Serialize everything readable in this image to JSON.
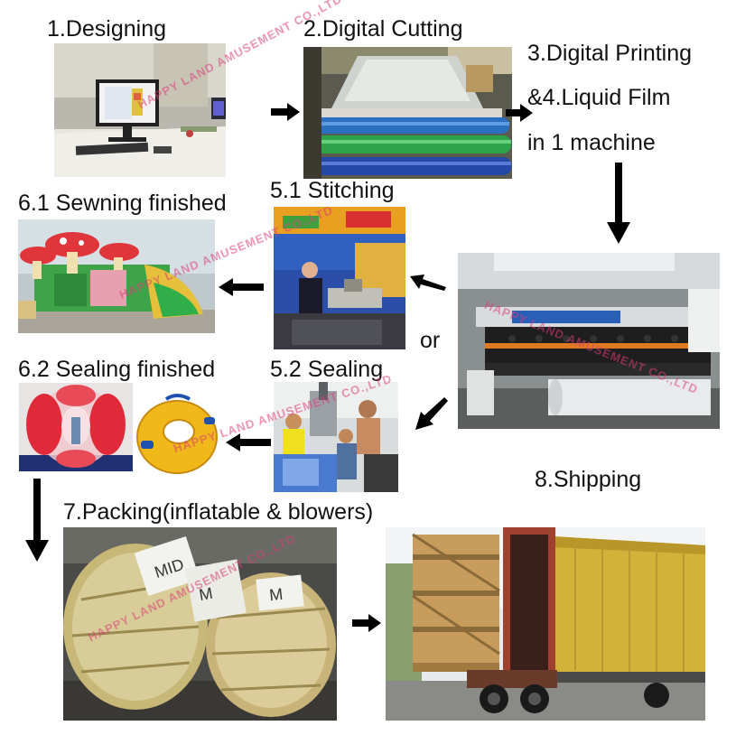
{
  "steps": {
    "designing": "1.Designing",
    "digital_cutting": "2.Digital Cutting",
    "digital_printing": "3.Digital Printing",
    "liquid_film": "&4.Liquid Film",
    "one_machine": "in 1 machine",
    "stitching": "5.1 Stitching",
    "sewing_finished": "6.1 Sewning finished",
    "sealing": "5.2 Sealing",
    "sealing_finished": "6.2 Sealing finished",
    "or": "or",
    "packing": "7.Packing(inflatable & blowers)",
    "shipping": "8.Shipping"
  },
  "watermark": "HAPPY LAND AMUSEMENT CO.,LTD",
  "packing_labels": [
    "MID",
    "M",
    "M"
  ],
  "icons": [
    "arrow-right-icon",
    "arrow-left-icon",
    "arrow-down-icon",
    "arrow-diagonal-icon"
  ],
  "colors": {
    "text": "#111111",
    "arrow": "#000000",
    "watermark": "#dc3c78",
    "container": "#d4b23a",
    "container_door": "#a0402e"
  }
}
